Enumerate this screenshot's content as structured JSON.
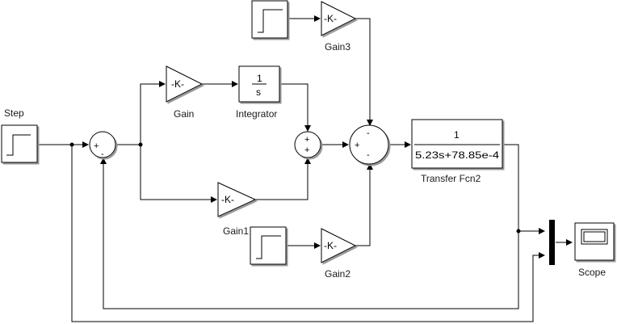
{
  "blocks": {
    "step": {
      "label": "Step"
    },
    "gain": {
      "label": "Gain",
      "value": "-K-"
    },
    "gain1": {
      "label": "Gain1",
      "value": "-K-"
    },
    "gain2": {
      "label": "Gain2",
      "value": "-K-"
    },
    "gain3": {
      "label": "Gain3",
      "value": "-K-"
    },
    "integrator": {
      "label": "Integrator",
      "numerator": "1",
      "denominator": "s"
    },
    "transfer_fcn": {
      "label": "Transfer Fcn2",
      "numerator": "1",
      "denominator": "5.23s+78.85e-4"
    },
    "scope": {
      "label": "Scope"
    }
  },
  "sums": {
    "sum1": {
      "signs": [
        "+",
        "-"
      ]
    },
    "sum2": {
      "signs": [
        "+",
        "+"
      ]
    },
    "sum3": {
      "signs": [
        "+",
        "-",
        "-"
      ]
    }
  }
}
